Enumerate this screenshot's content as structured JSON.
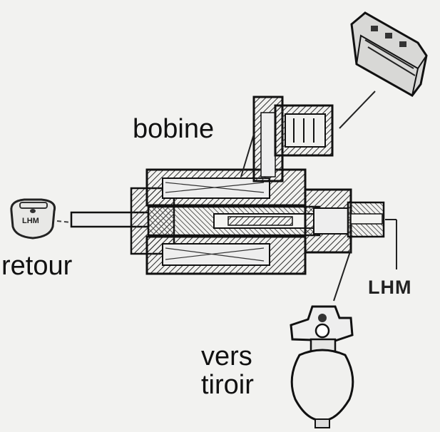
{
  "labels": {
    "bobine": "bobine",
    "retour": "retour",
    "lhm": "LHM",
    "vers_line1": "vers",
    "vers_line2": "tiroir",
    "reservoir_cap_text": "LHM"
  },
  "colors": {
    "ink": "#111111",
    "paper": "#f2f2f0",
    "hatch": "#3a3a3a"
  },
  "icons": [
    "reservoir-cap-icon",
    "electrical-connector-icon",
    "solenoid-valve-icon",
    "accumulator-sphere-icon"
  ]
}
